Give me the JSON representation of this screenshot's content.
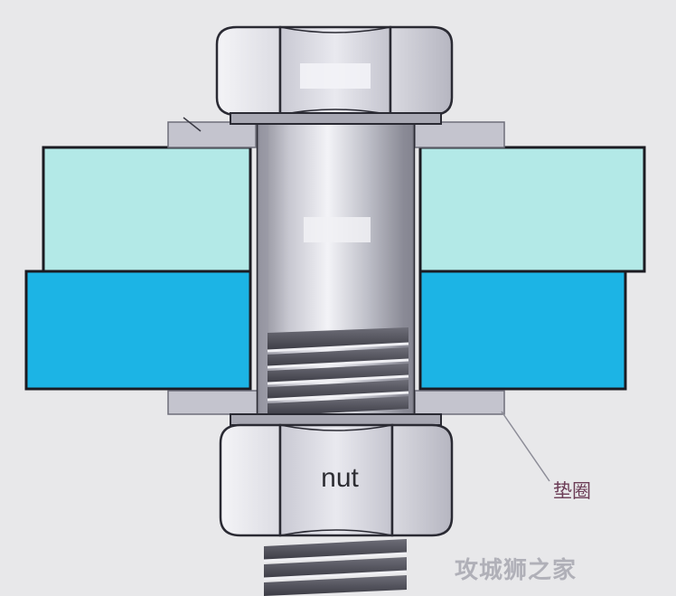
{
  "labels": {
    "nut": "nut",
    "washer": "垫圈"
  },
  "watermark": "攻城狮之家",
  "colors": {
    "background": "#e8e8ea",
    "plate_top": "#b3e9e7",
    "plate_bottom": "#1cb4e5",
    "steel_light": "#eeeef2",
    "steel_mid": "#c9c9d2",
    "steel_dark": "#8e8e99",
    "washer": "#c4c4ce",
    "outline": "#1b1b22",
    "label_washer": "#6c3d57"
  }
}
